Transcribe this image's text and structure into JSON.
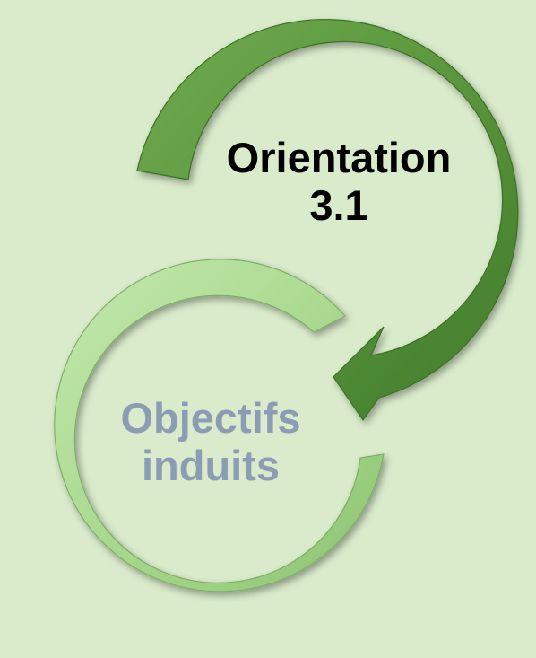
{
  "top_cycle": {
    "line1": "Orientation",
    "line2": "3.1",
    "text_color": "#000000",
    "arrow_color": "#5a9a3f"
  },
  "bottom_cycle": {
    "line1": "Objectifs",
    "line2": "induits",
    "text_color": "#8c9cb4",
    "ring_color": "#a8d890"
  },
  "background_color": "#d9ebcb"
}
